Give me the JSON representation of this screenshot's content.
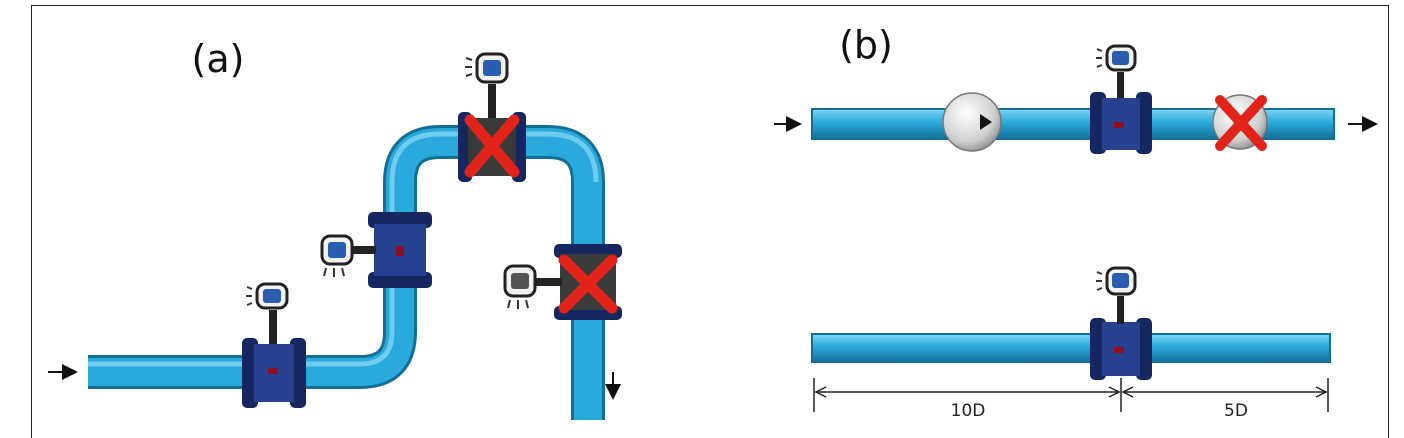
{
  "panels": {
    "a": {
      "label": "(a)"
    },
    "b": {
      "label": "(b)"
    }
  },
  "dimensions": {
    "upstream": "10D",
    "downstream": "5D"
  },
  "icons": {
    "flow_arrow": "arrow-right-icon",
    "reject_mark": "red-x-icon",
    "pump": "pump-icon",
    "valve": "valve-icon",
    "transmitter": "transmitter-head-icon"
  },
  "colors": {
    "pipe": "#29a9dc",
    "pipe_dark": "#1a86b6",
    "flowmeter": "#27408f",
    "flowmeter_dark": "#16275f",
    "reject": "#e2231a"
  }
}
